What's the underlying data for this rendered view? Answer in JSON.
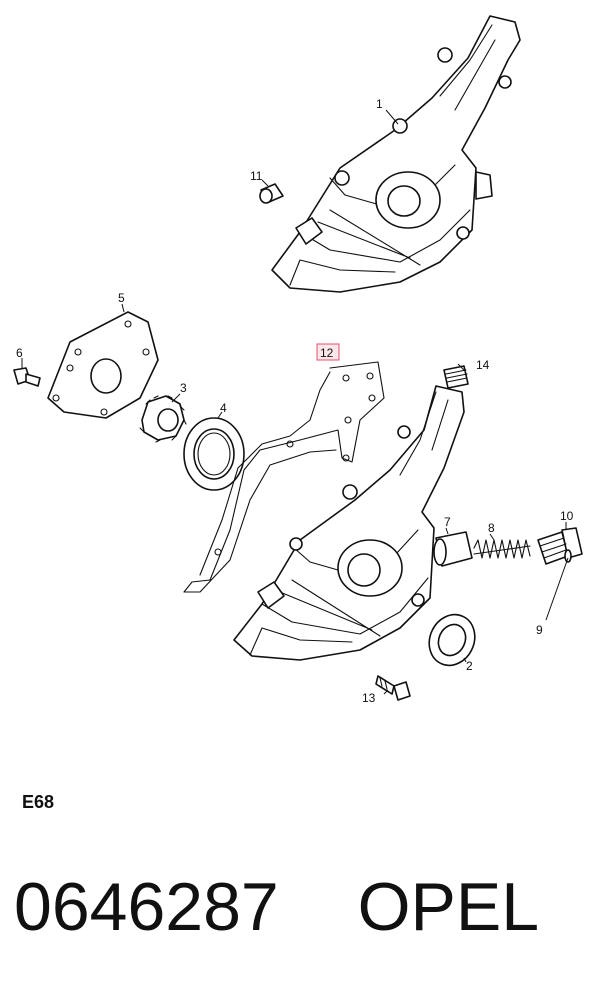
{
  "diagram": {
    "code": "E68",
    "highlight_color": "#e0526a",
    "callouts": [
      {
        "id": "1",
        "label": "1",
        "highlighted": false
      },
      {
        "id": "2",
        "label": "2",
        "highlighted": false
      },
      {
        "id": "3",
        "label": "3",
        "highlighted": false
      },
      {
        "id": "4",
        "label": "4",
        "highlighted": false
      },
      {
        "id": "5",
        "label": "5",
        "highlighted": false
      },
      {
        "id": "6",
        "label": "6",
        "highlighted": false
      },
      {
        "id": "7",
        "label": "7",
        "highlighted": false
      },
      {
        "id": "8",
        "label": "8",
        "highlighted": false
      },
      {
        "id": "9",
        "label": "9",
        "highlighted": false
      },
      {
        "id": "10",
        "label": "10",
        "highlighted": false
      },
      {
        "id": "11",
        "label": "11",
        "highlighted": false
      },
      {
        "id": "12",
        "label": "12",
        "highlighted": true
      },
      {
        "id": "13",
        "label": "13",
        "highlighted": false
      },
      {
        "id": "14",
        "label": "14",
        "highlighted": false
      }
    ]
  },
  "footer": {
    "part_number": "0646287",
    "brand": "OPEL"
  }
}
